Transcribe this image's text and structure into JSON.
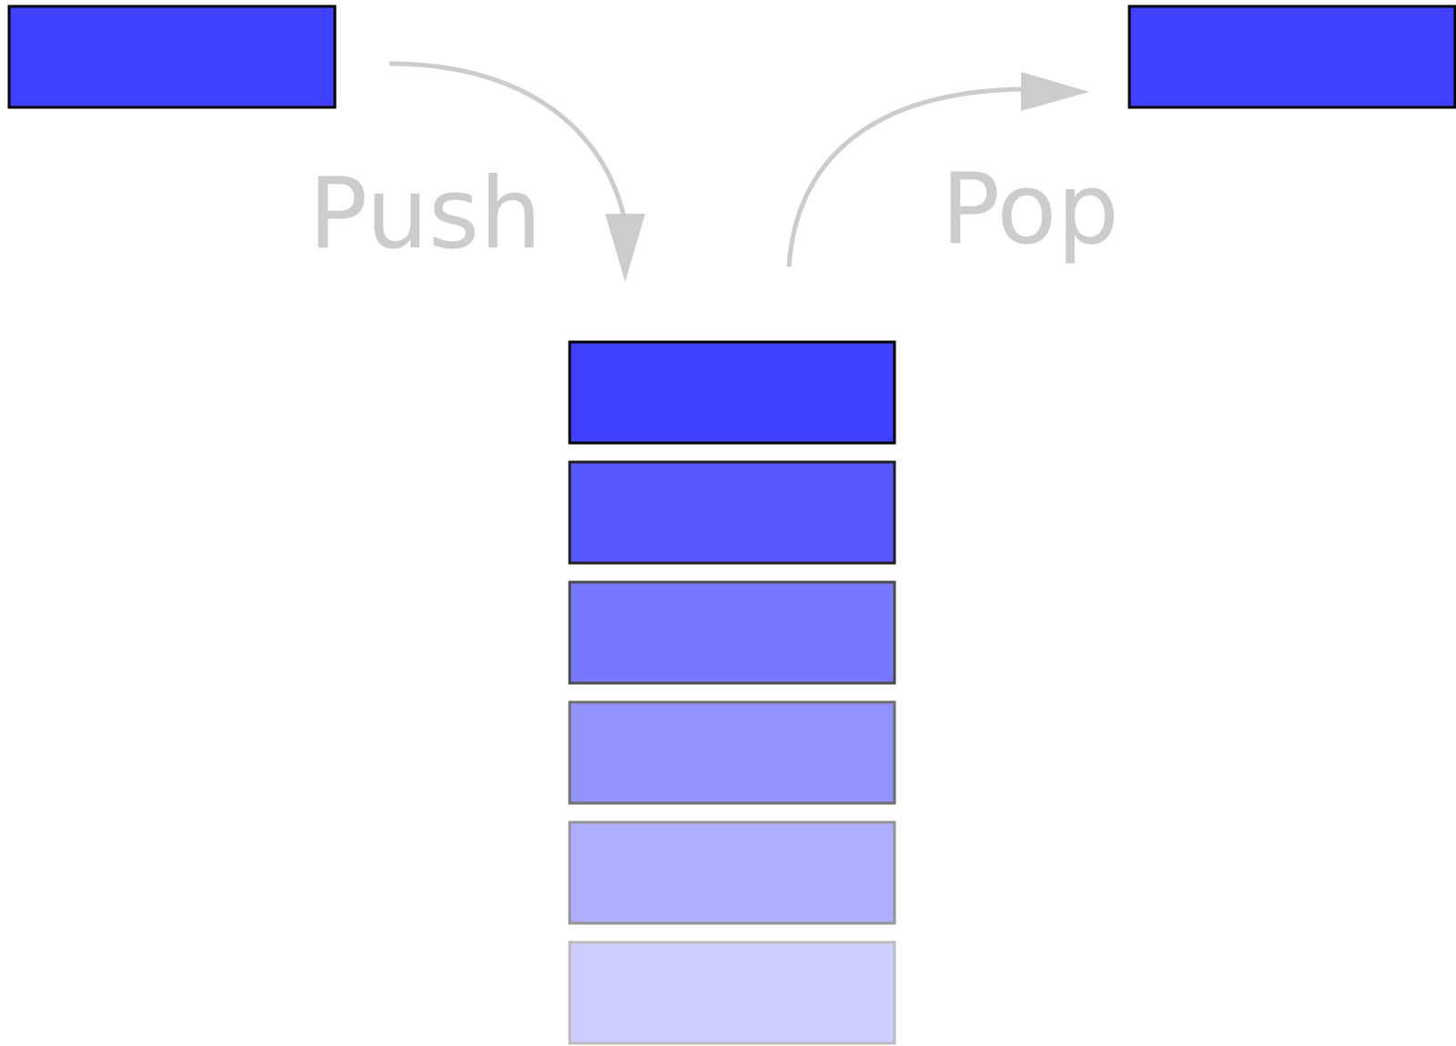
{
  "labels": {
    "push": "Push",
    "pop": "Pop"
  },
  "colors": {
    "arrow": "#cccccc",
    "label": "#cccccc",
    "item_fill": "#4040ff",
    "item_border": "#000000",
    "background": "#ffffff"
  },
  "stack": {
    "item_count": 6,
    "item_opacity": [
      1.0,
      0.87,
      0.7,
      0.56,
      0.41,
      0.26
    ]
  }
}
